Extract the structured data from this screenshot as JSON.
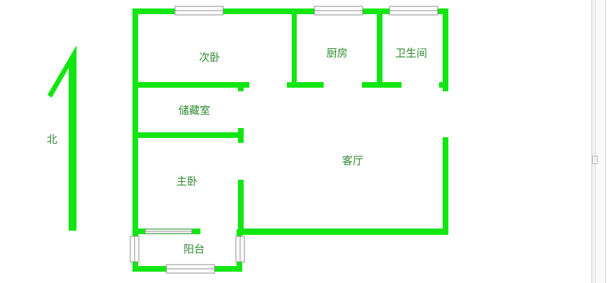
{
  "rooms": {
    "second_bedroom": "次卧",
    "kitchen": "厨房",
    "bathroom": "卫生间",
    "storage": "储藏室",
    "living_room": "客厅",
    "master_bedroom": "主卧",
    "balcony": "阳台"
  },
  "compass": {
    "label": "北"
  },
  "colors": {
    "wall": "#12e612",
    "label": "#2f8a2f",
    "window_frame": "#8c8c8c"
  }
}
